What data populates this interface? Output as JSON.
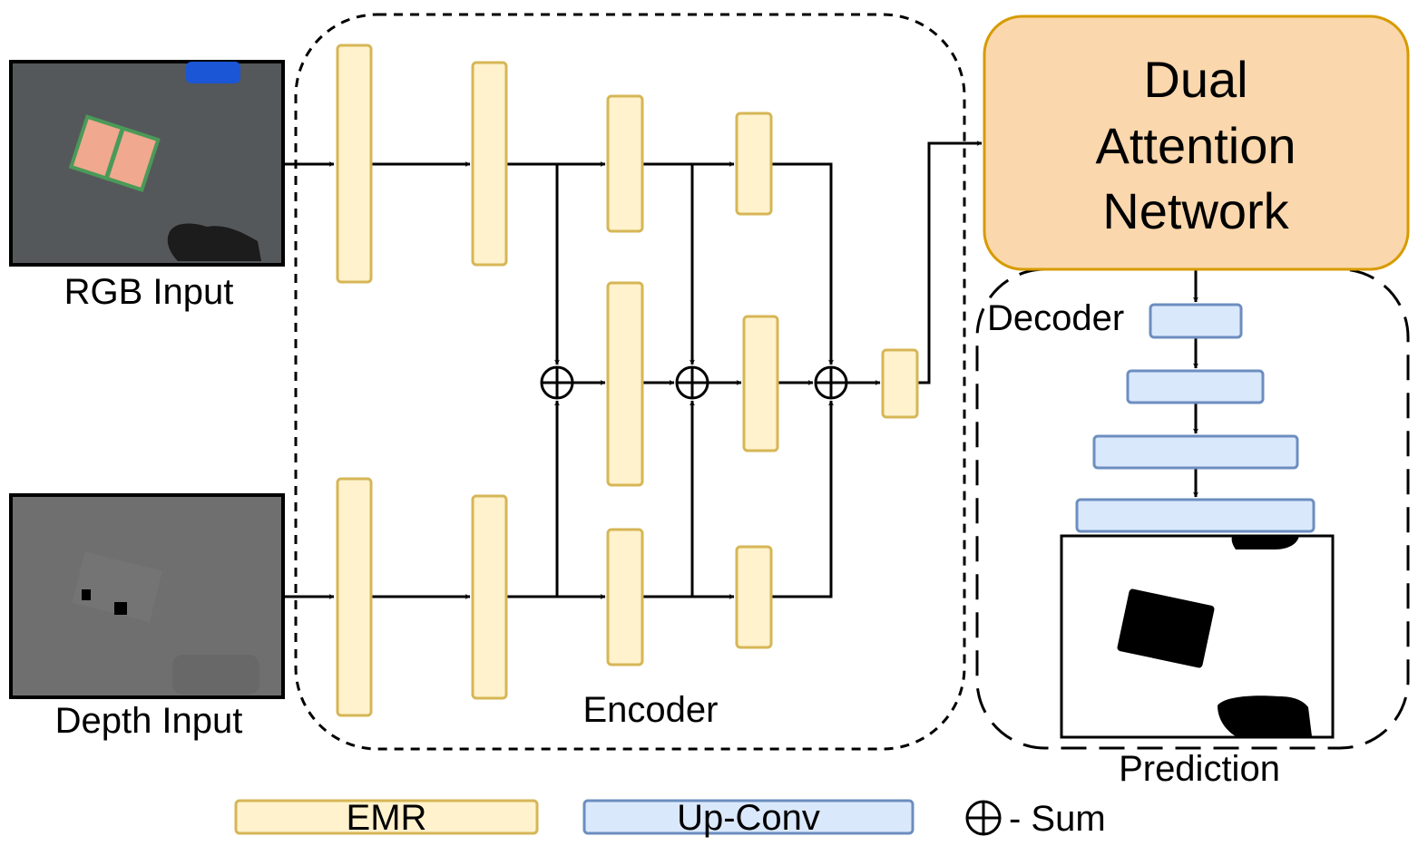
{
  "inputs": {
    "rgb_label": "RGB Input",
    "depth_label": "Depth Input"
  },
  "encoder": {
    "label": "Encoder"
  },
  "attention": {
    "line1": "Dual",
    "line2": "Attention",
    "line3": "Network"
  },
  "decoder": {
    "label": "Decoder"
  },
  "prediction": {
    "label": "Prediction"
  },
  "legend": {
    "emr": "EMR",
    "upconv": "Up-Conv",
    "sum": "- Sum"
  },
  "colors": {
    "emr_fill": "#fff2cc",
    "emr_stroke": "#d6b656",
    "upconv_fill": "#dae8fc",
    "upconv_stroke": "#6c8ebf",
    "attention_fill": "#fad7ac",
    "attention_stroke": "#d79b00"
  }
}
